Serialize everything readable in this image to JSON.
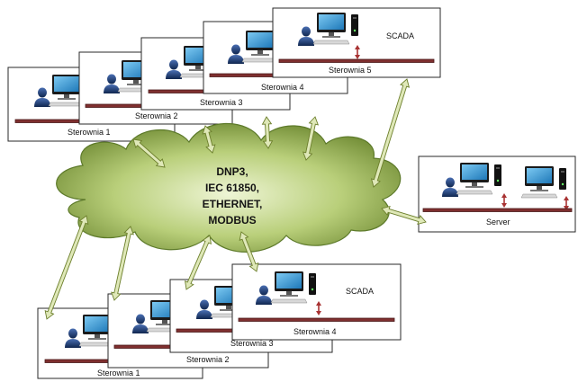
{
  "cloud": {
    "lines": [
      "DNP3,",
      "IEC 61850,",
      "ETHERNET,",
      "MODBUS"
    ]
  },
  "top_stations": [
    {
      "label": "Sterownia 1"
    },
    {
      "label": "Sterownia 2"
    },
    {
      "label": "Sterownia 3"
    },
    {
      "label": "Sterownia 4"
    },
    {
      "label": "Sterownia 5",
      "tag": "SCADA"
    }
  ],
  "bottom_stations": [
    {
      "label": "Sterownia 1"
    },
    {
      "label": "Sterownia 2"
    },
    {
      "label": "Sterownia 3"
    },
    {
      "label": "Sterownia 4",
      "tag": "SCADA"
    }
  ],
  "server": {
    "label": "Server"
  },
  "colors": {
    "cloud_center": "#e9f2c9",
    "cloud_edge": "#5d7a2a",
    "bus": "#7f2f2f",
    "arrow_fill": "#dfe8b8",
    "arrow_stroke": "#6c7f2c",
    "monitor_screen": "#3fa0dc",
    "person": "#1e3f78",
    "updown_arrow": "#a83232"
  },
  "icons": {
    "workstation": "computer-workstation-icon",
    "operator": "operator-person-icon",
    "link": "double-headed-arrow-icon"
  }
}
